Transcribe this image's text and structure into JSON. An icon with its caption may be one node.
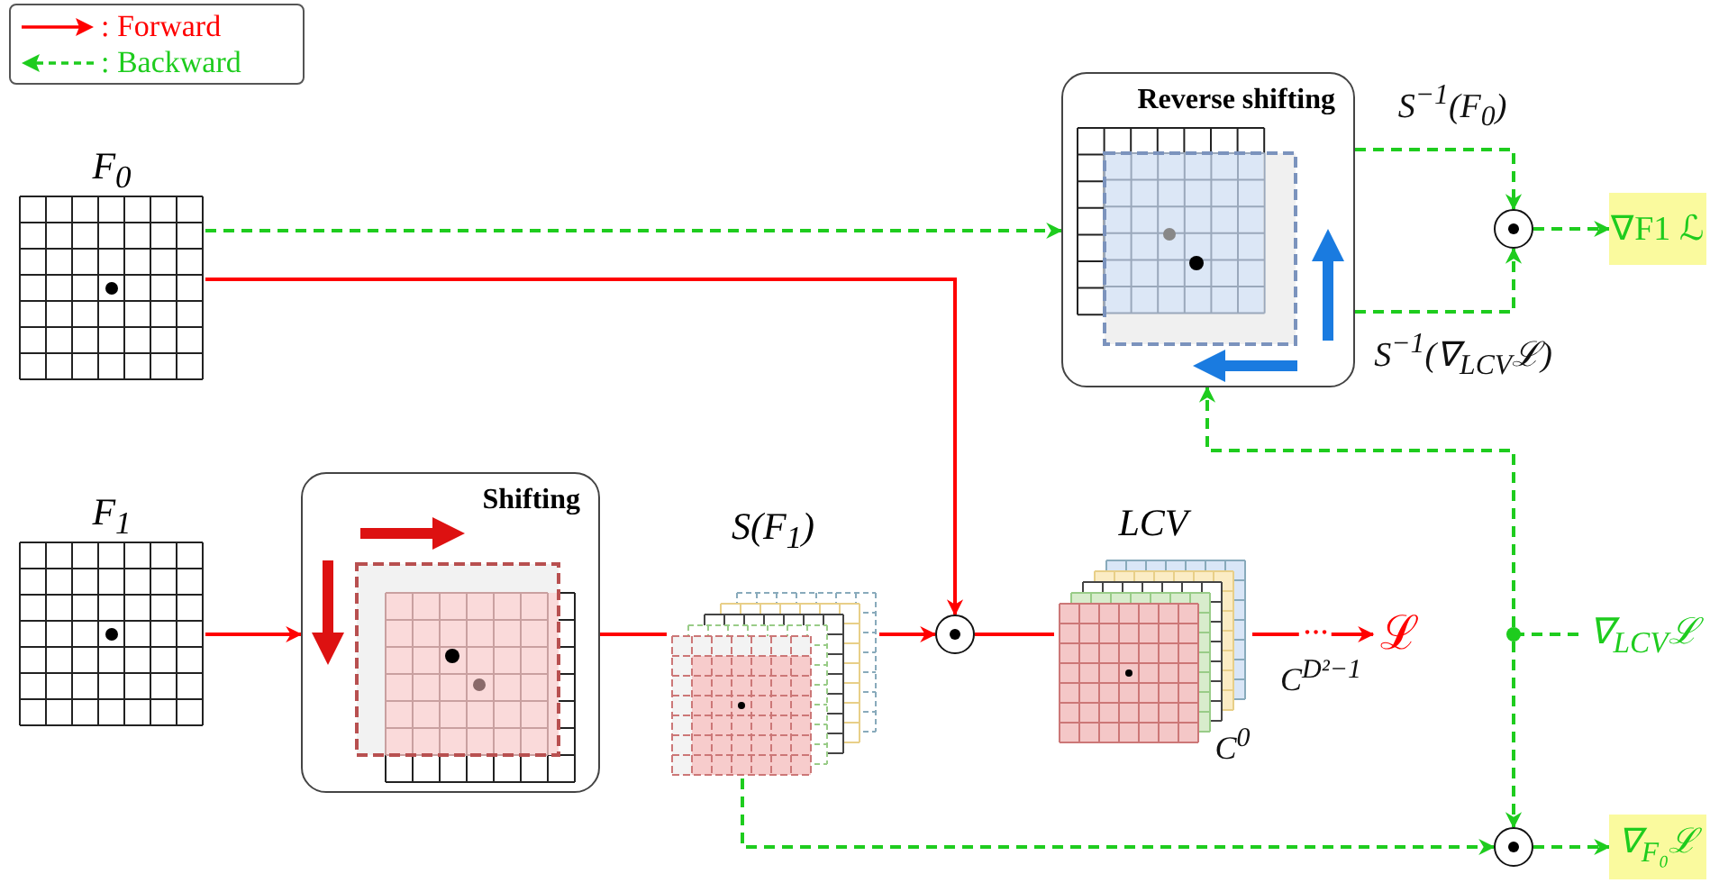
{
  "diagram": {
    "nodes": [
      {
        "text": [
          "F$_{0}$"
        ]
      },
      {
        "text": [
          "F$_{1}$"
        ]
      },
      {
        "text": [
          "Shifting"
        ]
      },
      {
        "text": [
          "S(F$_{1}$)"
        ]
      },
      {
        "text": [],
        "shape": "circle"
      },
      {
        "text": [
          "LCV"
        ],
        "beside": [
          "C$^{D²−1}$",
          "C$^{0}$"
        ]
      },
      {
        "text": [
          "ℒ"
        ]
      },
      {
        "text": [
          "Reverse shifting"
        ]
      },
      {
        "text": [],
        "shape": "circle"
      },
      {
        "text": [
          "∇F1 ℒ"
        ]
      },
      {
        "text": [
          "∇$_{LCV}$ℒ"
        ]
      },
      {
        "text": [],
        "shape": "circle"
      },
      {
        "text": [
          "∇$_{F₀}$ℒ"
        ]
      }
    ],
    "edges": [
      {
        "from": 0,
        "to": 7,
        "arrow": "to",
        "style": "dashed"
      },
      {
        "from": 0,
        "to": 4,
        "arrow": "to",
        "color": "#ff0000"
      },
      {
        "from": 1,
        "to": 2,
        "arrow": "to",
        "color": "#ff0000"
      },
      {
        "from": 2,
        "to": 3,
        "arrow": "none",
        "color": "#ff0000"
      },
      {
        "from": 3,
        "to": 4,
        "arrow": "to",
        "color": "#ff0000"
      },
      {
        "from": 4,
        "to": 5,
        "arrow": "none",
        "color": "#ff0000"
      },
      {
        "from": 5,
        "to": 6,
        "arrow": "to",
        "color": "#ff0000",
        "label": "···"
      },
      {
        "from": 7,
        "to": 8,
        "arrow": "to",
        "style": "dashed",
        "label": "S$^{−1}$(F$_{0}$)"
      },
      {
        "from": 7,
        "to": 8,
        "arrow": "to",
        "style": "dashed",
        "label": "S$^{−1}$(∇$_{LCV}$ℒ)"
      },
      {
        "from": 8,
        "to": 9,
        "arrow": "to",
        "style": "dashed"
      },
      {
        "from": 10,
        "to": 7,
        "arrow": "to",
        "style": "dashed"
      },
      {
        "from": 10,
        "to": 11,
        "arrow": "to",
        "style": "dashed"
      },
      {
        "from": 3,
        "to": 11,
        "arrow": "to",
        "style": "dashed"
      },
      {
        "from": 11,
        "to": 12,
        "arrow": "to",
        "style": "dashed"
      }
    ],
    "legend": [
      {
        "text": ": Forward"
      },
      {
        "text": ": Backward"
      }
    ]
  }
}
